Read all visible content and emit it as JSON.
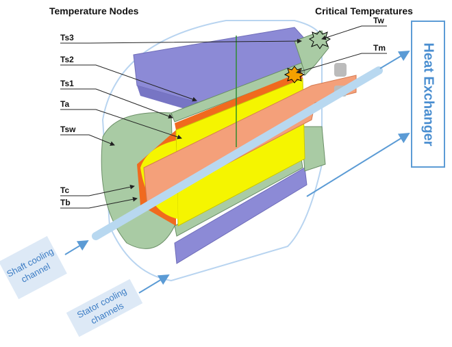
{
  "headers": {
    "left": "Temperature Nodes",
    "right": "Critical Temperatures"
  },
  "nodes": [
    "Ts3",
    "Ts2",
    "Ts1",
    "Ta",
    "Tsw",
    "Tc",
    "Tb"
  ],
  "critical": [
    "Tw",
    "Tm"
  ],
  "heat_exchanger": "Heat Exchanger",
  "callouts": {
    "shaft": "Shaft cooling channel",
    "stator": "Stator cooling channels"
  },
  "colors": {
    "stator": "#8c8ad6",
    "winding": "#a9cba4",
    "rotor": "#f5f500",
    "shaft": "#f4a07a",
    "magnet": "#f06a1e",
    "accent": "#5b9bd5"
  }
}
